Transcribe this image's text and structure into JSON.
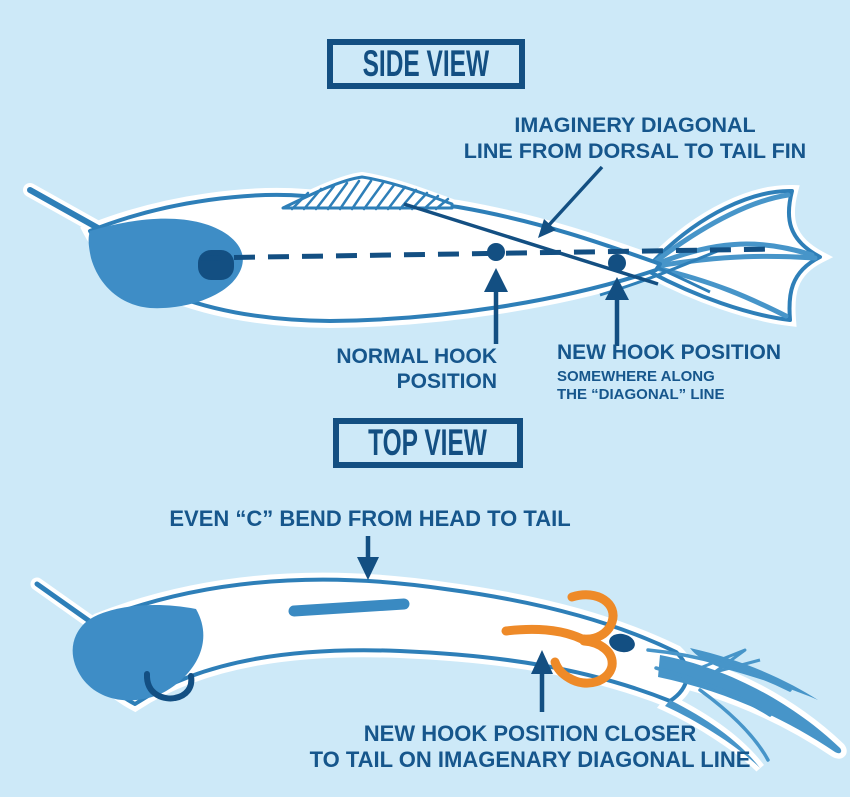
{
  "diagram": {
    "side_view": {
      "title": "SIDE VIEW",
      "caption_line1": "IMAGINERY DIAGONAL",
      "caption_line2": "LINE FROM DORSAL TO TAIL FIN",
      "normal_hook_line1": "NORMAL HOOK",
      "normal_hook_line2": "POSITION",
      "new_hook_title": "NEW HOOK POSITION",
      "new_hook_sub1": "SOMEWHERE ALONG",
      "new_hook_sub2": "THE “DIAGONAL” LINE"
    },
    "top_view": {
      "title": "TOP VIEW",
      "bend_label": "EVEN “C” BEND FROM HEAD TO TAIL",
      "hook_label_line1": "NEW HOOK POSITION CLOSER",
      "hook_label_line2": "TO TAIL ON IMAGENARY DIAGONAL LINE"
    },
    "colors": {
      "background": "#cde9f8",
      "navy": "#134f82",
      "text_blue": "#16568c",
      "fish_outline": "#2e7fb8",
      "fish_head_fill": "#3e8dc6",
      "tail_fill": "#4795c9",
      "hook_orange": "#ee8a28",
      "body_fill": "#ffffff"
    }
  }
}
